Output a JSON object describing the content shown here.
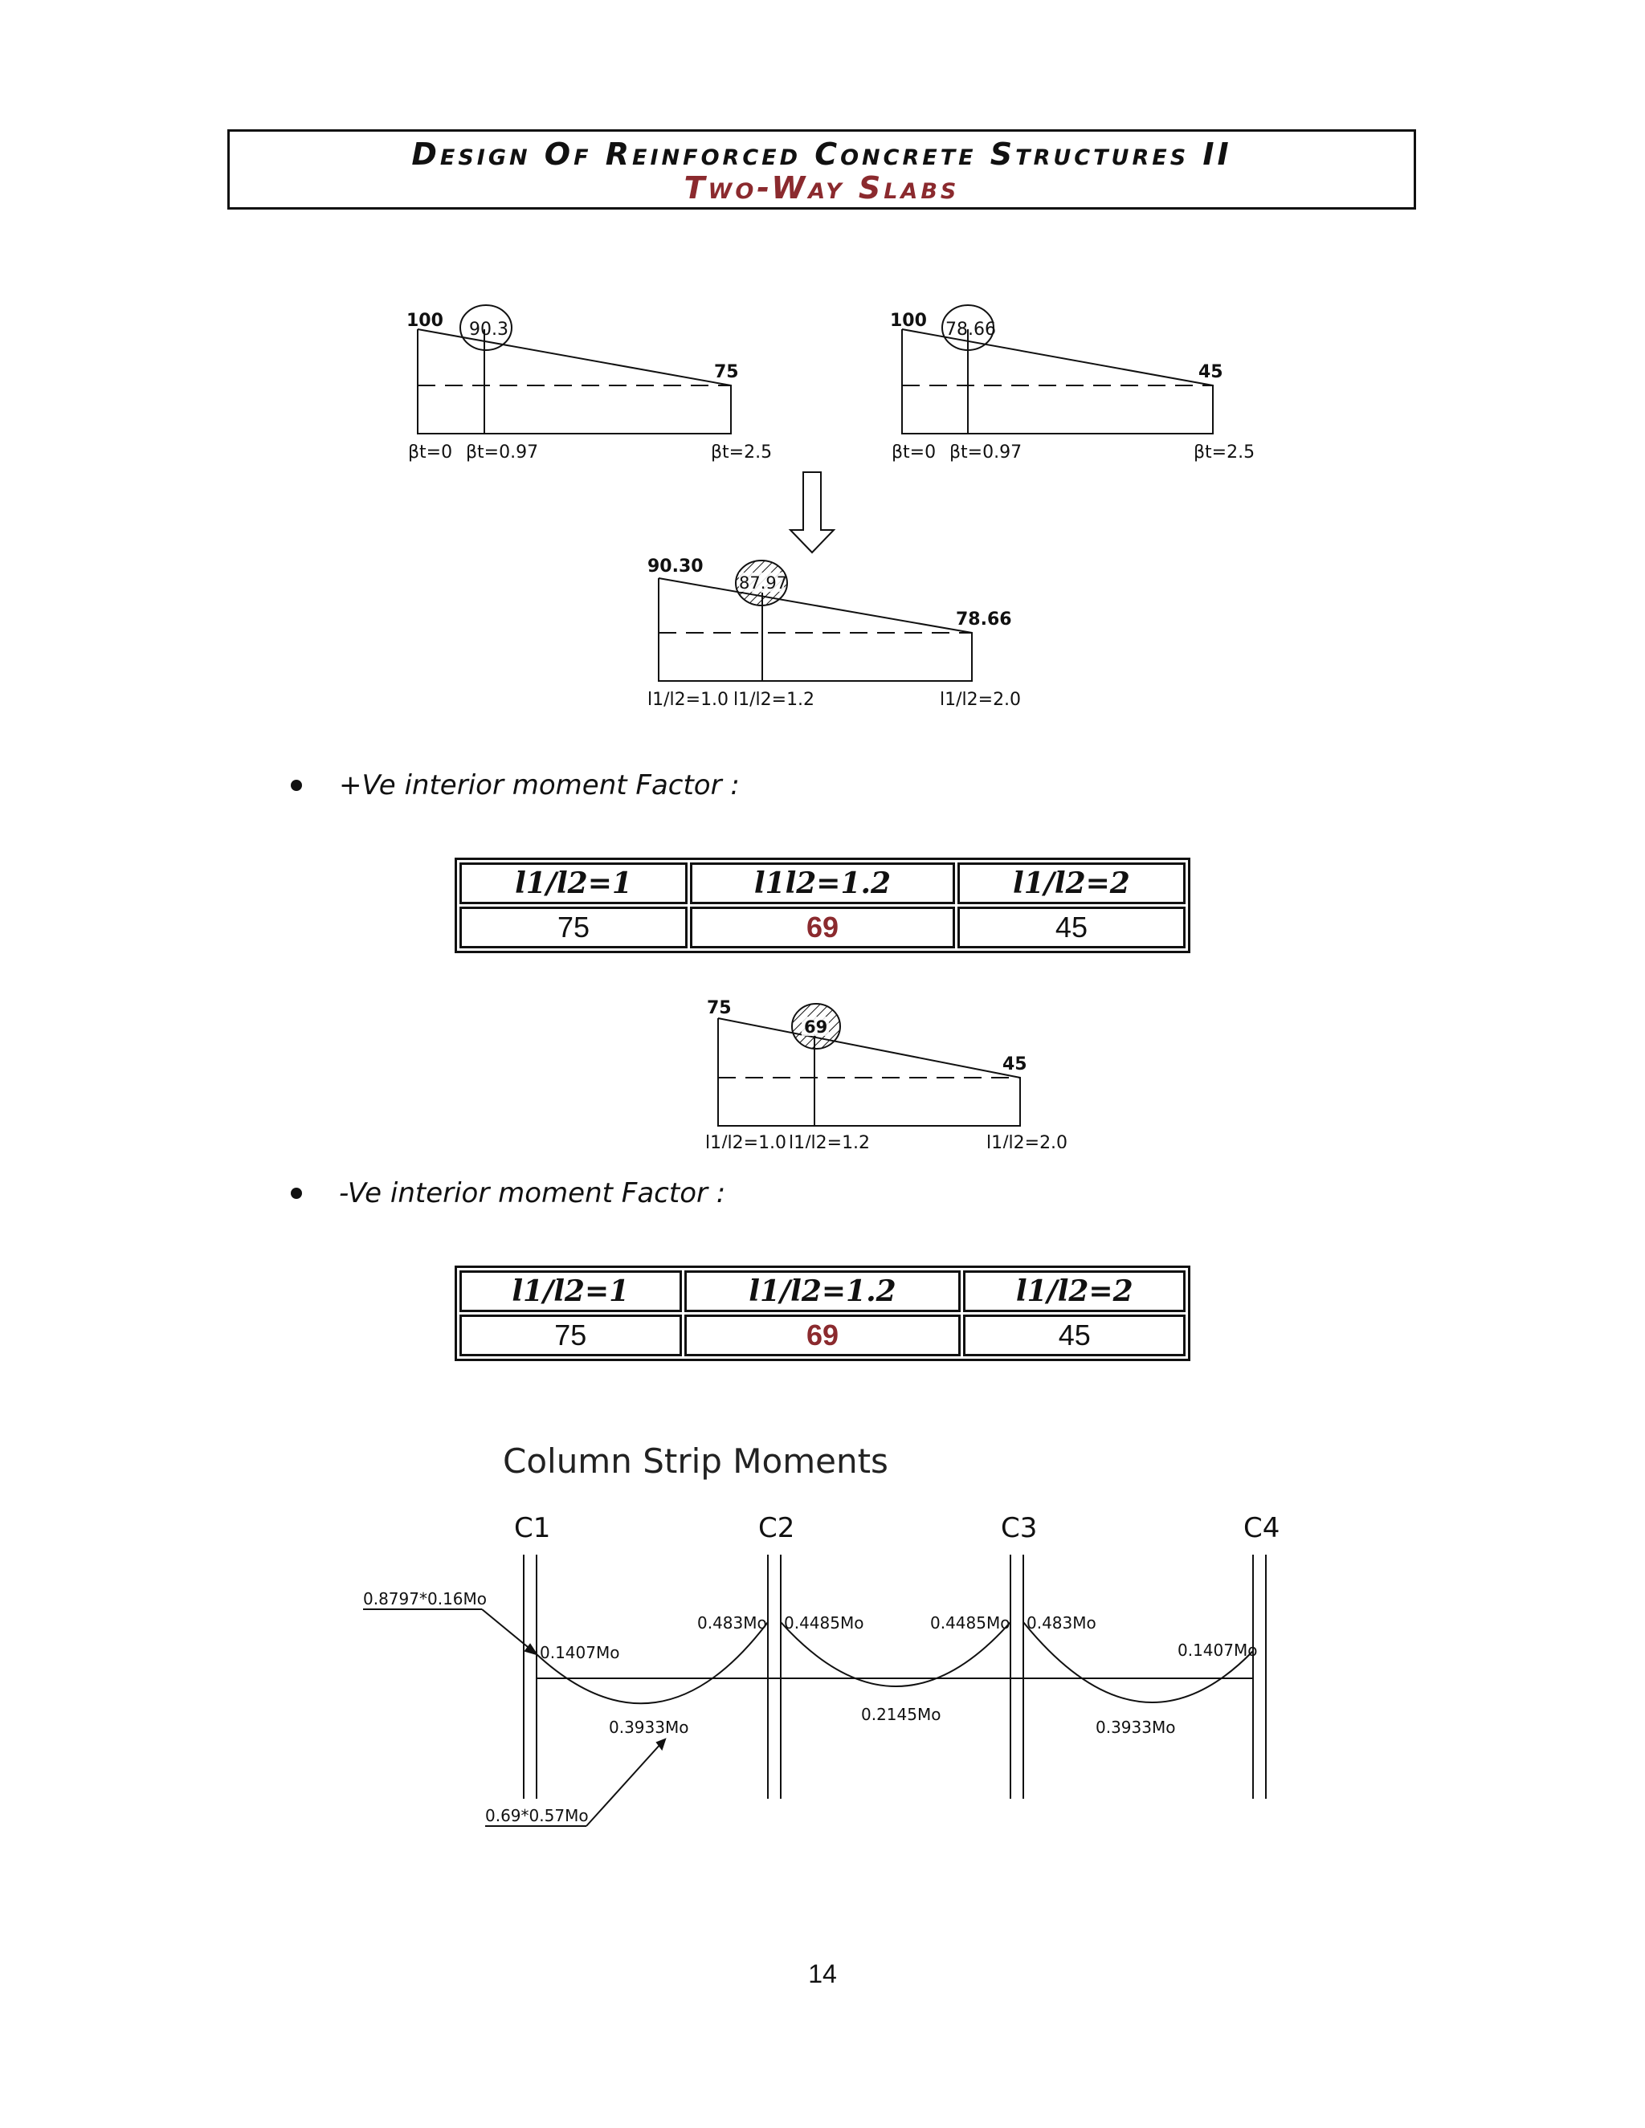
{
  "header": {
    "title": "Design Of Reinforced Concrete Structures II",
    "subtitle": "Two-Way Slabs"
  },
  "diagram_top_left": {
    "left_value": "100",
    "mid_value": "90.3",
    "right_value": "75",
    "label_left": "βt=0",
    "label_mid": "βt=0.97",
    "label_right": "βt=2.5"
  },
  "diagram_top_right": {
    "left_value": "100",
    "mid_value": "78.66",
    "right_value": "45",
    "label_left": "βt=0",
    "label_mid": "βt=0.97",
    "label_right": "βt=2.5"
  },
  "diagram_middle": {
    "left_value": "90.30",
    "mid_value": "87.97",
    "right_value": "78.66",
    "label_left": "l1/l2=1.0",
    "label_mid": "l1/l2=1.2",
    "label_right": "l1/l2=2.0"
  },
  "section_positive": {
    "heading": "+Ve interior moment Factor :",
    "headers": [
      "l1/l2=1",
      "l1l2=1.2",
      "l1/l2=2"
    ],
    "values": [
      "75",
      "69",
      "45"
    ]
  },
  "diagram_positive": {
    "left_value": "75",
    "mid_value": "69",
    "right_value": "45",
    "label_left": "l1/l2=1.0",
    "label_mid": "l1/l2=1.2",
    "label_right": "l1/l2=2.0"
  },
  "section_negative": {
    "heading": "-Ve interior moment Factor :",
    "headers": [
      "l1/l2=1",
      "l1/l2=1.2",
      "l1/l2=2"
    ],
    "values": [
      "75",
      "69",
      "45"
    ]
  },
  "column_strip": {
    "title": "Column Strip Moments",
    "columns": [
      "C1",
      "C2",
      "C3",
      "C4"
    ],
    "labels": {
      "ext_neg_formula": "0.8797*0.16Mo",
      "ext_neg_left": "0.1407Mo",
      "pos_end_left": "0.3933Mo",
      "pos_formula": "0.69*0.57Mo",
      "int_neg_c2_left": "0.483Mo",
      "int_neg_c2_right": "0.4485Mo",
      "pos_interior": "0.2145Mo",
      "int_neg_c3_left": "0.4485Mo",
      "int_neg_c3_right": "0.483Mo",
      "pos_end_right": "0.3933Mo",
      "ext_neg_right": "0.1407Mo"
    }
  },
  "page_number": "14",
  "colors": {
    "accent": "#8b2a2e"
  }
}
